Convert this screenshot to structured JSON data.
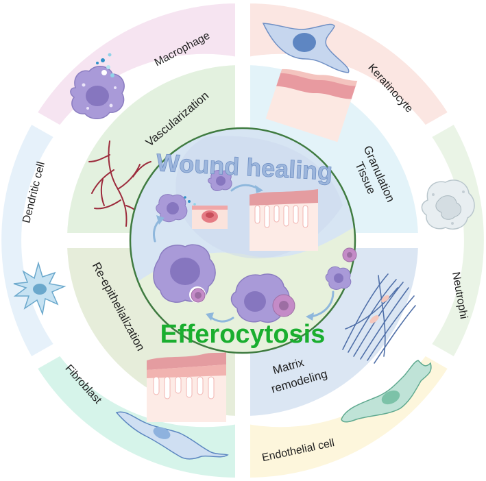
{
  "outer_ring": {
    "macrophage": "Macrophage",
    "keratinocyte": "Keratinocyte",
    "neutrophil": "Neutrophi",
    "endothelial": "Endothelial cell",
    "fibroblast": "Fibroblast",
    "dendritic": "Dendritic cell"
  },
  "middle_ring": {
    "vascularization": "Vascularization",
    "granulation_1": "Granulation",
    "granulation_2": "Tissue",
    "matrix_1": "Matrix",
    "matrix_2": "remodeling",
    "reepi": "Re-epithelialization"
  },
  "center": {
    "title_top": "Wound healing",
    "title_bottom": "Efferocytosis"
  },
  "colors": {
    "macrophage_bg": "#f6e4f1",
    "keratinocyte_bg": "#fbe6e2",
    "neutrophil_bg": "#eaf4e6",
    "endothelial_bg": "#fdf6dc",
    "fibroblast_bg": "#d6f4ea",
    "dendritic_bg": "#e6f1fa",
    "vasc_bg": "#e3f1df",
    "gran_bg": "#e3f3f9",
    "matrix_bg": "#dbe6f3",
    "reepi_bg": "#e6edda",
    "title_top": "#9db6dc",
    "title_bottom": "#1aae2f",
    "cell_purple": "#a99ad8"
  }
}
